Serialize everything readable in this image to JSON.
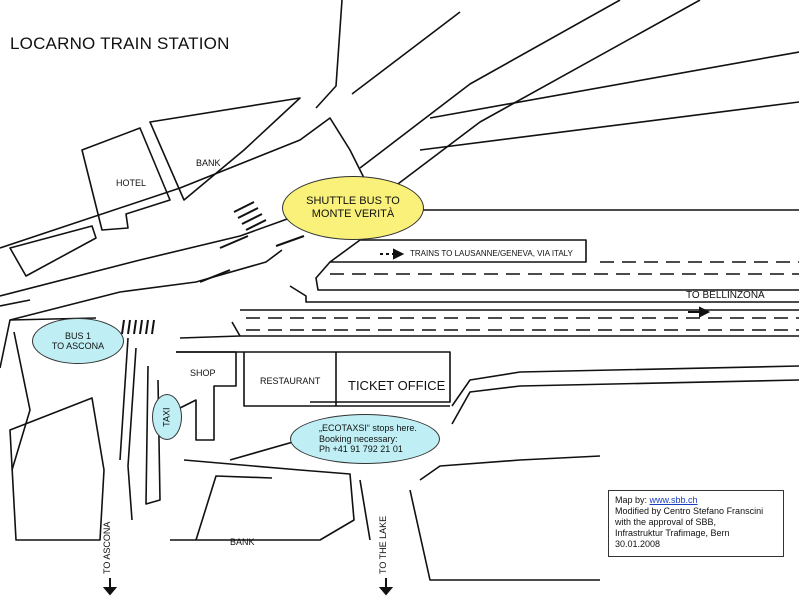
{
  "title": "LOCARNO TRAIN STATION",
  "places": {
    "hotel": "HOTEL",
    "bank_top": "BANK",
    "bank_bottom": "BANK",
    "shop": "SHOP",
    "restaurant": "RESTAURANT",
    "ticket_office": "TICKET OFFICE"
  },
  "callouts": {
    "shuttle": [
      "SHUTTLE BUS TO",
      "MONTE VERITÀ"
    ],
    "bus": [
      "BUS 1",
      "TO ASCONA"
    ],
    "taxi": "TAXI",
    "ecotaxi": [
      "„ECOTAXSI“ stops here.",
      "Booking necessary:",
      "Ph +41 91 792 21 01"
    ]
  },
  "directions": {
    "trains": "TRAINS TO LAUSANNE/GENEVA, VIA ITALY",
    "bellinzona": "TO BELLINZONA",
    "ascona": "TO ASCONA",
    "lake": "TO THE LAKE"
  },
  "credit": {
    "map_by": "Map by: ",
    "link": "www.sbb.ch",
    "line2": "Modified by Centro Stefano Franscini",
    "line3": "with the approval of  SBB,",
    "line4": "Infrastruktur Trafimage, Bern",
    "line5": "30.01.2008"
  },
  "colors": {
    "shuttle_fill": "#f9f17a",
    "info_fill": "#bfeff4",
    "ink": "#111111"
  }
}
